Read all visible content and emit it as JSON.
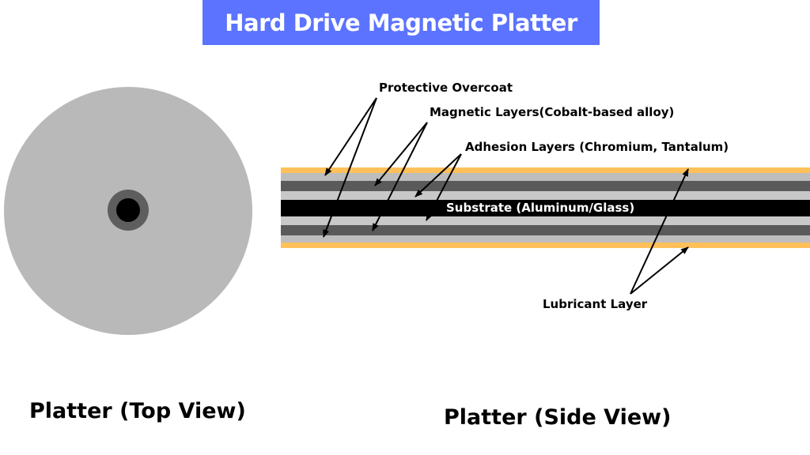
{
  "title": "Hard Drive Magnetic Platter",
  "colors": {
    "title_bg": "#5b73ff",
    "platter": "#b9b9b9",
    "hub": "#5e5e5e",
    "spindle_hole": "#000000",
    "lubricant": "#ffc05a",
    "overcoat": "#bdbdbd",
    "magnetic": "#5a5a5a",
    "adhesion": "#c8c8c8",
    "substrate": "#000000"
  },
  "labels": {
    "protective_overcoat": "Protective Overcoat",
    "magnetic_layers": "Magnetic Layers(Cobalt-based alloy)",
    "adhesion_layers": "Adhesion Layers (Chromium, Tantalum)",
    "substrate": "Substrate (Aluminum/Glass)",
    "lubricant_layer": "Lubricant Layer"
  },
  "views": {
    "top": "Platter (Top View)",
    "side": "Platter (Side View)"
  }
}
